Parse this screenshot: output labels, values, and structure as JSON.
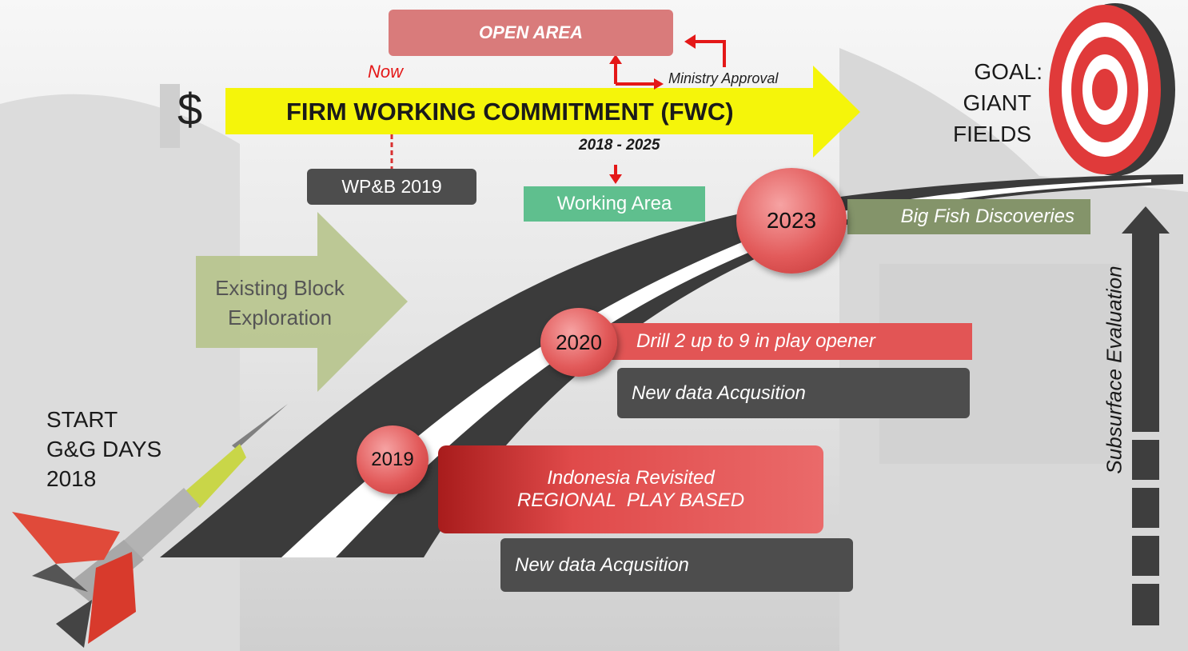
{
  "open_area": "OPEN AREA",
  "now_label": "Now",
  "ministry_approval": "Ministry Approval",
  "dollar_sign": "$",
  "fwc_title": "FIRM WORKING COMMITMENT (FWC)",
  "fwc_period": "2018 - 2025",
  "wpb": "WP&B 2019",
  "working_area": "Working Area",
  "existing_block": [
    "Existing Block",
    "Exploration"
  ],
  "goal": [
    "GOAL:",
    "GIANT",
    "FIELDS"
  ],
  "start": [
    "START",
    "G&G DAYS",
    "2018"
  ],
  "milestones": {
    "y2019": "2019",
    "y2020": "2020",
    "y2023": "2023"
  },
  "big_fish": "Big Fish Discoveries",
  "drill": "Drill 2 up to 9 in play opener",
  "new_data_1": "New data Acqusition",
  "indonesia": [
    "Indonesia Revisited",
    "REGIONAL  PLAY BASED"
  ],
  "new_data_2": "New data Acqusition",
  "subsurface": "Subsurface Evaluation",
  "colors": {
    "fwc_arrow": "#f5f50a",
    "open_area": "#d97b7b",
    "accent_red": "#e23a3a",
    "working_area": "#5fbf8e",
    "dark_box": "#4d4d4d",
    "olive_box": "#84946a",
    "existing_arrow": "#b4c286"
  }
}
